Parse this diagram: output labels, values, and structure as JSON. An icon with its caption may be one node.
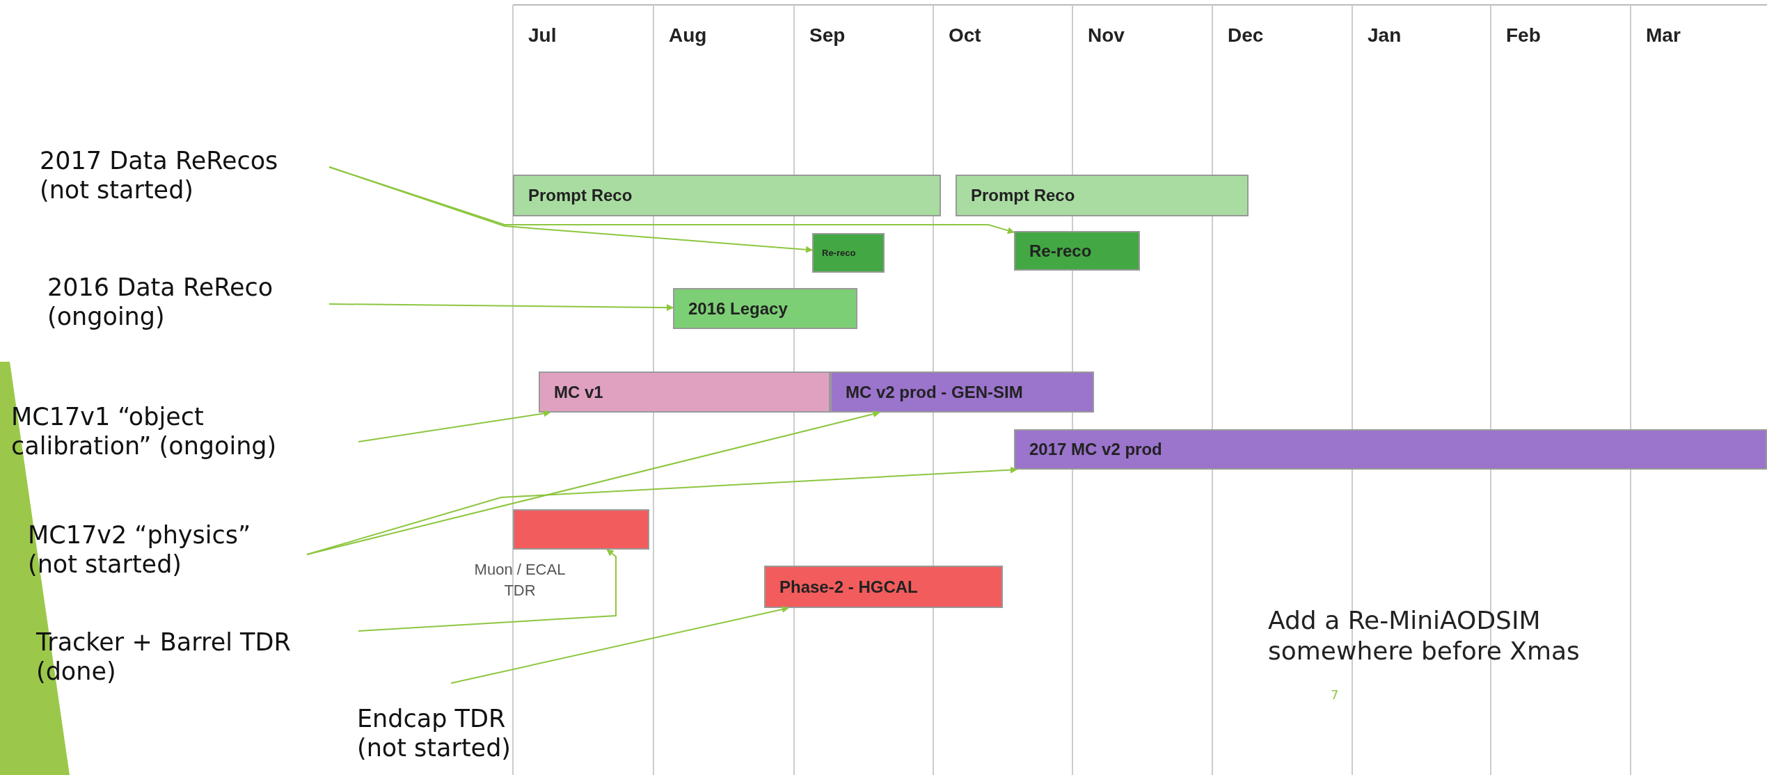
{
  "diagram": {
    "nodes": [
      {
        "text": [
          "2017 Data ReRecos (not started)"
        ]
      },
      {
        "text": [
          "Prompt Reco"
        ]
      },
      {
        "text": [
          "Prompt Reco"
        ]
      },
      {
        "text": [
          "Re-reco"
        ]
      },
      {
        "text": [
          "Re-reco"
        ]
      },
      {
        "text": [
          "2016 Data ReReco (ongoing)"
        ]
      },
      {
        "text": [
          "2016 Legacy"
        ]
      },
      {
        "text": [
          "MC v1"
        ]
      },
      {
        "text": [
          "MC v2 prod - GEN-SIM"
        ]
      },
      {
        "text": [
          "MC17v1 “object calibration” (ongoing)"
        ]
      },
      {
        "text": [
          "2017 MC v2 prod"
        ]
      },
      {
        "text": [],
        "shape": "bar",
        "beside": [
          "Muon / ECAL TDR"
        ]
      },
      {
        "text": [
          "MC17v2 “physics” (not started)"
        ]
      },
      {
        "text": [
          "Phase-2 - HGCAL"
        ]
      },
      {
        "text": [
          "Tracker + Barrel TDR (done)"
        ]
      },
      {
        "text": [
          "Endcap TDR (not started)"
        ]
      }
    ],
    "edges": [
      {
        "from": 0,
        "to": 3,
        "arrow": "to"
      },
      {
        "from": 0,
        "to": 4,
        "arrow": "to"
      },
      {
        "from": 5,
        "to": 6,
        "arrow": "to"
      },
      {
        "from": 9,
        "to": 7,
        "arrow": "to"
      },
      {
        "from": 12,
        "to": 8,
        "arrow": "to"
      },
      {
        "from": 12,
        "to": 10,
        "arrow": "to"
      },
      {
        "from": 14,
        "to": 11,
        "arrow": "to"
      },
      {
        "from": 15,
        "to": 13,
        "arrow": "to"
      }
    ],
    "labels": [
      "Jul",
      "Aug",
      "Sep",
      "Oct",
      "Nov",
      "Dec",
      "Jan",
      "Feb",
      "Mar",
      "Add a Re-MiniAODSIM somewhere before Xmas",
      "7"
    ]
  }
}
